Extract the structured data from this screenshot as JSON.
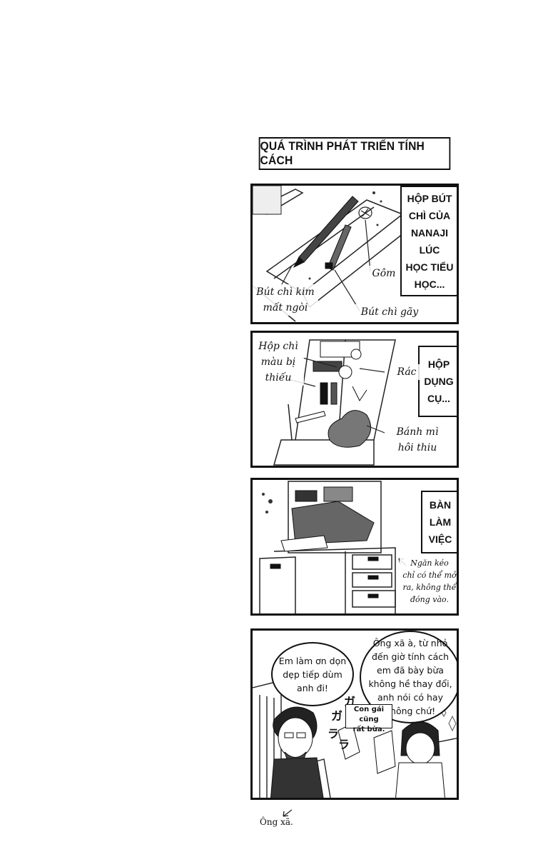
{
  "title": "QUÁ TRÌNH PHÁT TRIỂN TÍNH CÁCH",
  "panels": [
    {
      "caption": "HỘP BÚT\nCHÌ CỦA\nNANAJI LÚC\nHỌC TIỂU\nHỌC...",
      "labels": {
        "mechanical_pencil": "Bút chì kim\nmất ngòi",
        "eraser": "Gôm",
        "broken_pencil": "Bút chì gãy"
      }
    },
    {
      "caption": "HỘP\nDỤNG\nCỤ...",
      "labels": {
        "colored_pencils": "Hộp chì\nmàu bị\nthiếu",
        "trash": "Rác",
        "moldy_bread": "Bánh mì\nhôi thiu"
      }
    },
    {
      "caption": "BÀN\nLÀM\nVIỆC",
      "labels": {
        "drawer": "Ngăn kéo\nchỉ có thể mở\nra, không thể\nđóng vào."
      }
    },
    {
      "bubbles": {
        "left": "Em làm ơn dọn\ndẹp tiếp dùm\nanh đi!",
        "right": "Ông xã à, từ nhỏ\nđến giờ tính cách\nem đã bày bừa\nkhông hề thay đổi,\nanh nói có hay\nkhông chứ!"
      },
      "side_note": "Con gái cũng\nrất bừa."
    }
  ],
  "footnote": "Ông xã."
}
